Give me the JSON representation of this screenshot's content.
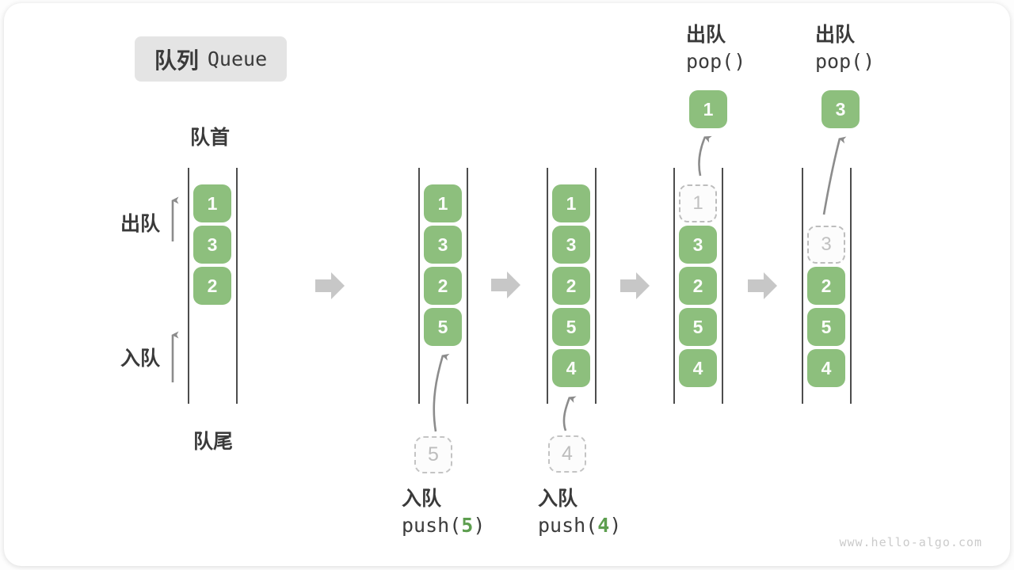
{
  "title": {
    "zh": "队列",
    "en": "Queue"
  },
  "side_labels": {
    "front": "队首",
    "rear": "队尾",
    "dequeue": "出队",
    "enqueue": "入队"
  },
  "watermark": "www.hello-algo.com",
  "colors": {
    "item_green": "#8dbf7d",
    "code_arg_green": "#5d9e4f",
    "block_arrow_gray": "#c7c7c7",
    "curve_arrow_gray": "#8c8c8c",
    "wall_gray": "#4d4d4d",
    "ghost_border": "#c4c4c4",
    "badge_bg": "#e4e4e4"
  },
  "stages": [
    {
      "slots": [
        {
          "v": "1"
        },
        {
          "v": "3"
        },
        {
          "v": "2"
        }
      ]
    },
    {
      "slots": [
        {
          "v": "1"
        },
        {
          "v": "3"
        },
        {
          "v": "2"
        },
        {
          "v": "5"
        }
      ],
      "incoming": {
        "v": "5"
      },
      "op": {
        "zh": "入队",
        "pre": "push(",
        "arg": "5",
        "post": ")"
      }
    },
    {
      "slots": [
        {
          "v": "1"
        },
        {
          "v": "3"
        },
        {
          "v": "2"
        },
        {
          "v": "5"
        },
        {
          "v": "4"
        }
      ],
      "incoming": {
        "v": "4"
      },
      "op": {
        "zh": "入队",
        "pre": "push(",
        "arg": "4",
        "post": ")"
      }
    },
    {
      "slots": [
        {
          "v": "1",
          "dashed": true
        },
        {
          "v": "3"
        },
        {
          "v": "2"
        },
        {
          "v": "5"
        },
        {
          "v": "4"
        }
      ],
      "outgoing": {
        "v": "1"
      },
      "op_top": {
        "zh": "出队",
        "code": "pop()"
      }
    },
    {
      "slots": [
        null,
        {
          "v": "3",
          "dashed": true
        },
        {
          "v": "2"
        },
        {
          "v": "5"
        },
        {
          "v": "4"
        }
      ],
      "outgoing": {
        "v": "3"
      },
      "op_top": {
        "zh": "出队",
        "code": "pop()"
      }
    }
  ]
}
